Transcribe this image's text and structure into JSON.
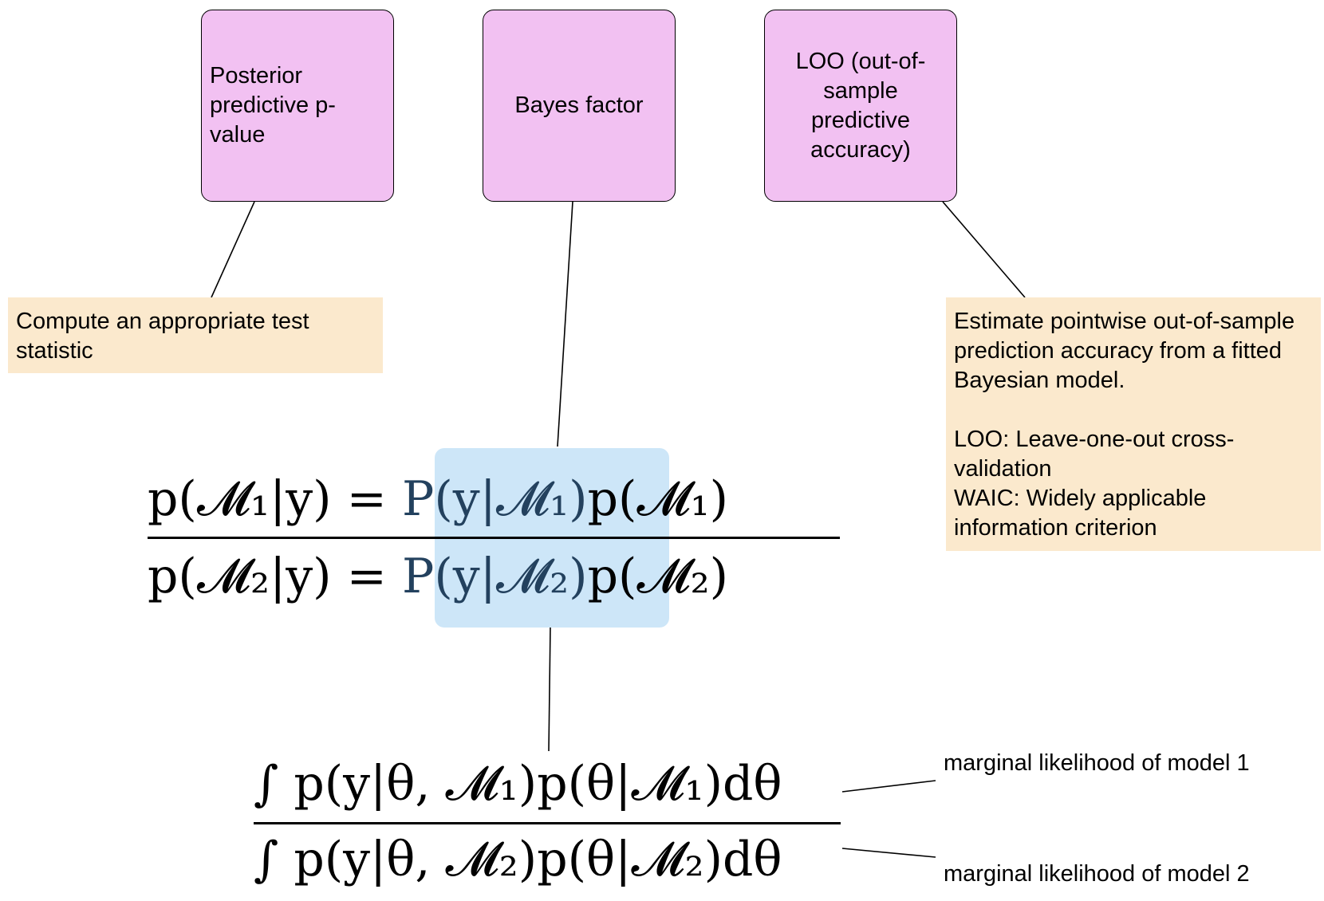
{
  "boxes": {
    "posterior_predictive": {
      "text": "Posterior predictive p-value"
    },
    "bayes_factor": {
      "text": "Bayes factor"
    },
    "loo": {
      "text": "LOO (out-of-sample predictive accuracy)"
    }
  },
  "notes": {
    "test_statistic": {
      "text": "Compute an appropriate test statistic"
    },
    "loo_description": {
      "text": "Estimate pointwise out-of-sample prediction accuracy from a fitted Bayesian model.\n\nLOO: Leave-one-out cross-validation\nWAIC: Widely applicable information criterion"
    }
  },
  "equation_1": {
    "numerator": {
      "lhs": "p(𝓜₁|y) = ",
      "highlight": "P(y|𝓜₁)",
      "rhs": "p(𝓜₁)"
    },
    "denominator": {
      "lhs": "p(𝓜₂|y) = ",
      "highlight": "P(y|𝓜₂)",
      "rhs": "p(𝓜₂)"
    }
  },
  "equation_2": {
    "numerator": "∫ p(y|θ, 𝓜₁)p(θ|𝓜₁)dθ",
    "denominator": "∫ p(y|θ, 𝓜₂)p(θ|𝓜₂)dθ"
  },
  "labels": {
    "model_1": "marginal likelihood of model 1",
    "model_2": "marginal likelihood of model 2"
  },
  "colors": {
    "box_fill": "#f2c1f2",
    "note_fill": "#fbe9cd",
    "highlight_fill": "#cde6f8",
    "highlight_text": "#23415e"
  }
}
